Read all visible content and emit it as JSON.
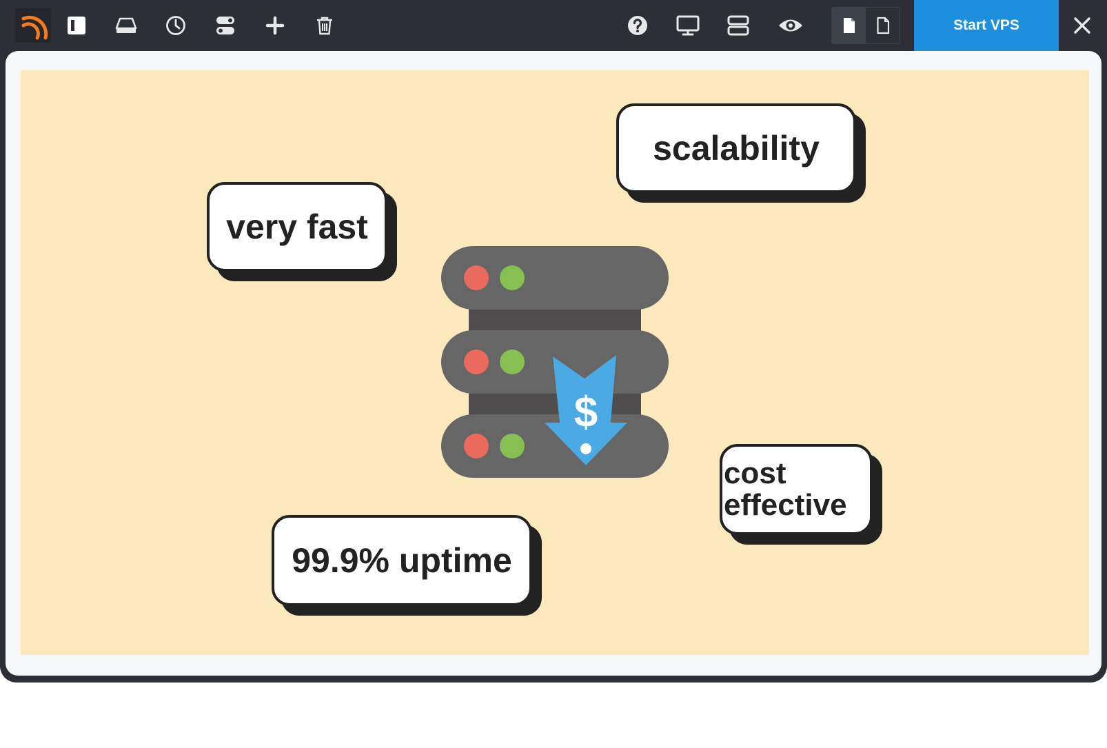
{
  "toolbar": {
    "start_label": "Start VPS",
    "icons": [
      "rss-logo-icon",
      "sidebar-toggle-icon",
      "drive-icon",
      "clock-icon",
      "toggle-settings-icon",
      "plus-icon",
      "trash-icon",
      "help-icon",
      "monitor-icon",
      "layout-rows-icon",
      "eye-icon",
      "page-filled-icon",
      "page-outline-icon",
      "close-icon"
    ]
  },
  "canvas": {
    "labels": {
      "very_fast": "very fast",
      "scalability": "scalability",
      "uptime": "99.9% uptime",
      "cost_line1": "cost",
      "cost_line2": "effective"
    },
    "symbol": "$"
  },
  "colors": {
    "topbar": "#2c3036",
    "accent": "#1d8fdd",
    "canvas_bg": "#fbe8bc",
    "server": "#666666",
    "server_dark": "#4e4c4d",
    "led_red": "#ea6a5e",
    "led_green": "#86c052",
    "arrow": "#4ba9e4",
    "logo_orange": "#f47b20"
  }
}
